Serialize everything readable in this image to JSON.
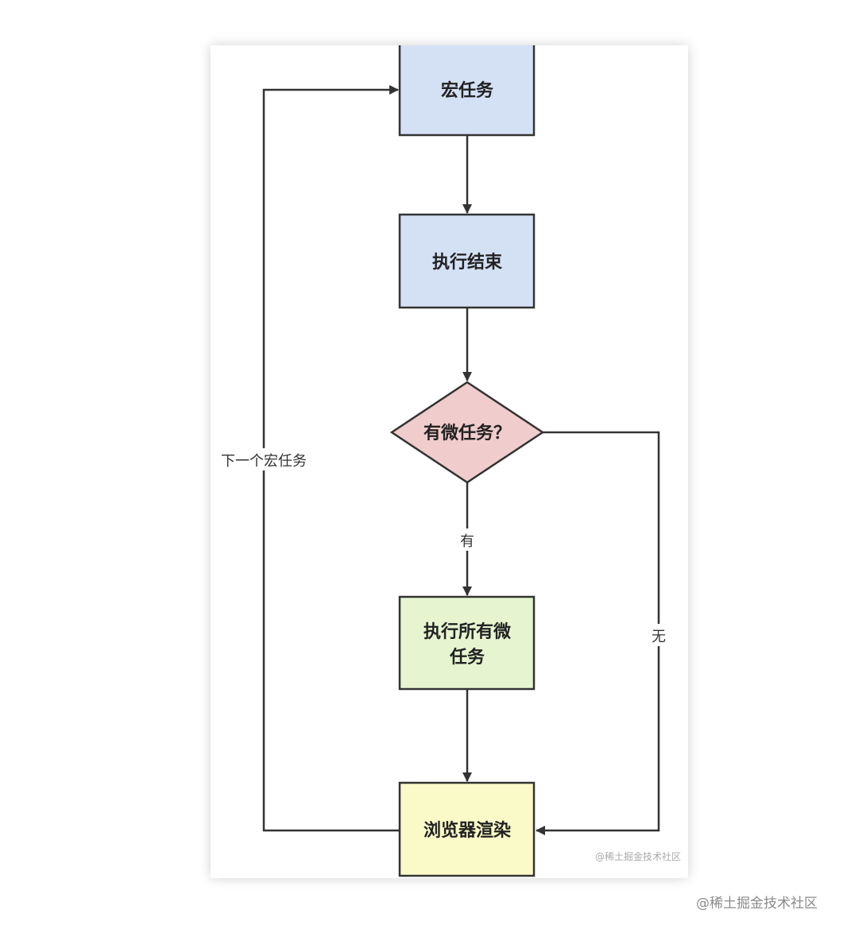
{
  "diagram": {
    "nodes": {
      "macro_task": {
        "label": "宏任务",
        "fill": "#d4e1f5"
      },
      "exec_end": {
        "label": "执行结束",
        "fill": "#d4e1f5"
      },
      "has_micro": {
        "label": "有微任务？",
        "fill": "#f0cccc"
      },
      "exec_all_micro": {
        "line1": "执行所有微",
        "line2": "任务",
        "fill": "#e6f5d0"
      },
      "render": {
        "label": "浏览器渲染",
        "fill": "#fafac8"
      }
    },
    "edges": {
      "yes": "有",
      "no": "无",
      "next_macro": "下一个宏任务"
    },
    "stroke": "#333333",
    "inner_watermark": "@稀土掘金技术社区"
  },
  "watermark": "@稀土掘金技术社区"
}
